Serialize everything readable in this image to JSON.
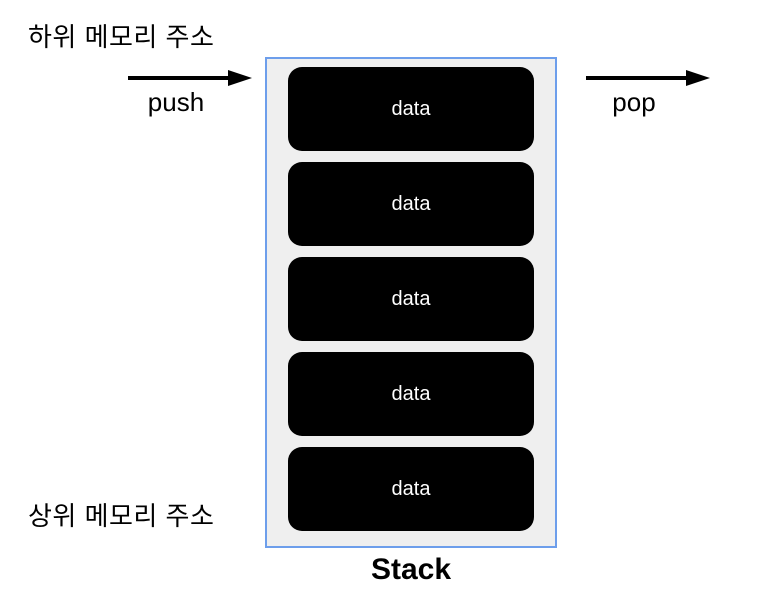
{
  "diagram": {
    "top_label": "하위 메모리 주소",
    "bottom_label": "상위 메모리 주소",
    "push_label": "push",
    "pop_label": "pop",
    "stack_title": "Stack",
    "stack_items": [
      "data",
      "data",
      "data",
      "data",
      "data"
    ],
    "colors": {
      "background": "#ffffff",
      "container_border": "#6d9eeb",
      "container_fill": "#efefef",
      "item_fill": "#000000",
      "item_text": "#ffffff",
      "arrow": "#000000",
      "text": "#000000"
    }
  }
}
